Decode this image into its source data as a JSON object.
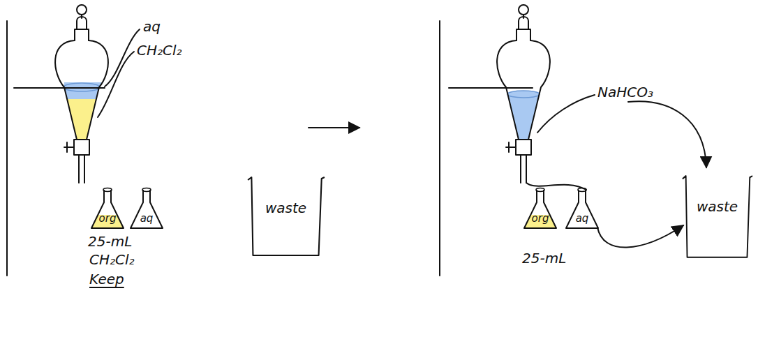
{
  "diagram": {
    "nodes": [
      {
        "text": [
          "org"
        ]
      },
      {
        "text": [
          "aq"
        ]
      },
      {
        "text": [
          "waste"
        ]
      },
      {
        "text": [
          "org"
        ]
      },
      {
        "text": [
          "aq"
        ]
      },
      {
        "text": [
          "waste"
        ]
      }
    ],
    "edges": [
      {
        "from": 4,
        "to": 5,
        "arrow": "to"
      }
    ],
    "labels": [
      "aq",
      "CH₂Cl₂",
      "25-mL",
      "CH₂Cl₂",
      "Keep",
      "NaHCO₃",
      "25-mL"
    ]
  }
}
